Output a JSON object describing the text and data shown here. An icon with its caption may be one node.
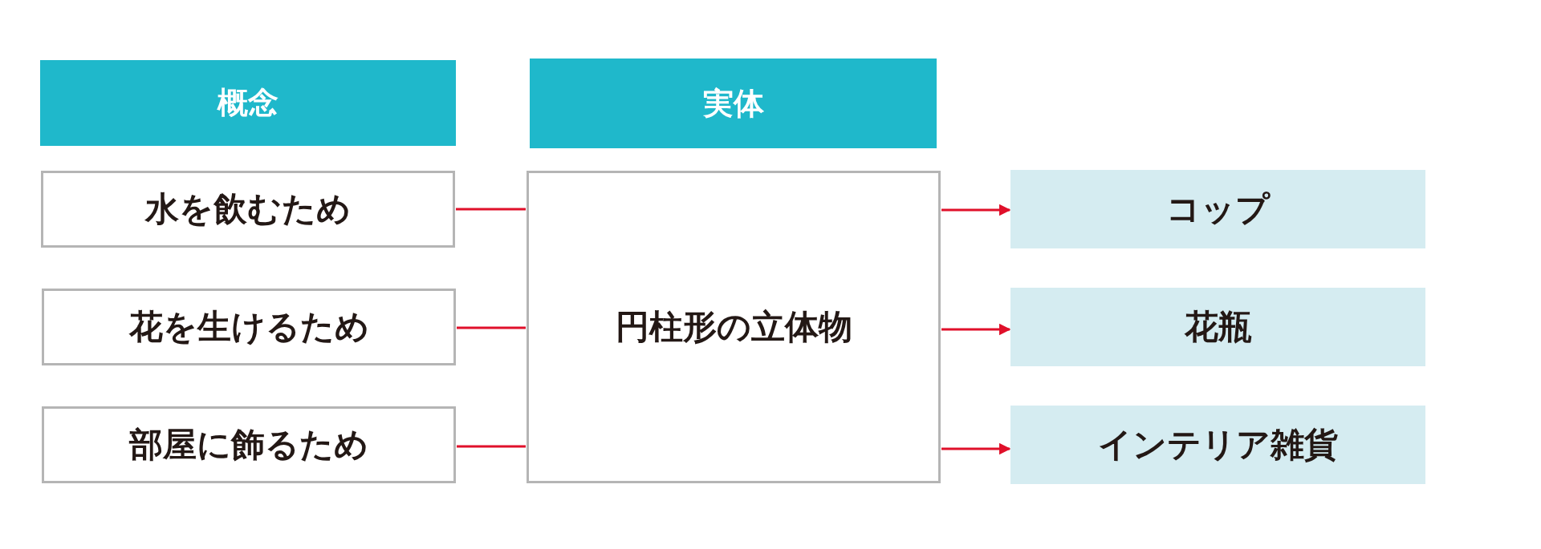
{
  "diagram": {
    "nodes": [
      {
        "text": [
          "概念"
        ]
      },
      {
        "text": [
          "実体"
        ]
      },
      {
        "text": [
          "水を飲むため"
        ]
      },
      {
        "text": [
          "花を生けるため"
        ]
      },
      {
        "text": [
          "部屋に飾るため"
        ]
      },
      {
        "text": [
          "円柱形の立体物"
        ]
      },
      {
        "text": [
          "コップ"
        ]
      },
      {
        "text": [
          "花瓶"
        ]
      },
      {
        "text": [
          "インテリア雑貨"
        ]
      }
    ],
    "edges": [
      {
        "from": 2,
        "to": 5,
        "arrow": "none"
      },
      {
        "from": 3,
        "to": 5,
        "arrow": "none"
      },
      {
        "from": 4,
        "to": 5,
        "arrow": "none"
      },
      {
        "from": 5,
        "to": 6,
        "arrow": "to"
      },
      {
        "from": 5,
        "to": 7,
        "arrow": "to"
      },
      {
        "from": 5,
        "to": 8,
        "arrow": "to"
      }
    ]
  }
}
